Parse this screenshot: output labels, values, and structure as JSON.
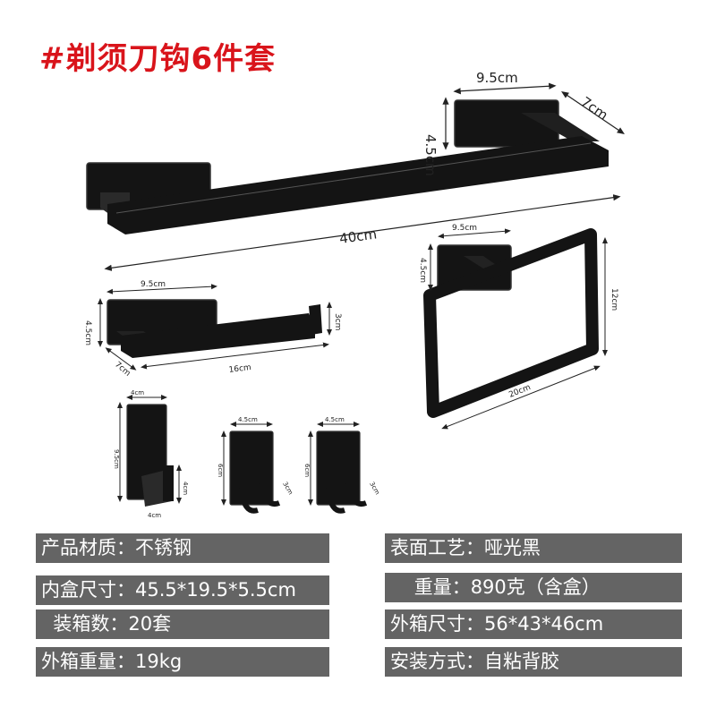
{
  "title": "#剃须刀钩6件套",
  "dimensions": {
    "towel_bar": {
      "plate_width": "9.5cm",
      "plate_height": "4.5cm",
      "depth": "7cm",
      "length": "40cm"
    },
    "paper_holder": {
      "plate_width": "9.5cm",
      "plate_height": "4.5cm",
      "depth": "7cm",
      "length": "16cm",
      "height": "3cm"
    },
    "towel_ring": {
      "plate_width": "9.5cm",
      "plate_height": "4.5cm",
      "width": "20cm",
      "height": "12cm"
    },
    "robe_hook": {
      "width": "4cm",
      "height": "9.5cm",
      "hook_height": "4cm",
      "hook_depth": "4cm"
    },
    "double_hook_1": {
      "width": "4.5cm",
      "height": "6cm",
      "hook": "3cm"
    },
    "double_hook_2": {
      "width": "4.5cm",
      "height": "6cm",
      "hook": "3cm"
    }
  },
  "specs": {
    "left": [
      "产品材质：不锈钢",
      "内盒尺寸：45.5*19.5*5.5cm",
      "  装箱数：20套",
      "外箱重量：19kg"
    ],
    "right": [
      "表面工艺：哑光黑",
      "    重量：890克（含盒）",
      "外箱尺寸：56*43*46cm",
      "安装方式：自粘背胶"
    ]
  },
  "colors": {
    "title": "#d9141b",
    "product": "#141414",
    "spec_bar": "#646464",
    "spec_text": "#ffffff"
  }
}
